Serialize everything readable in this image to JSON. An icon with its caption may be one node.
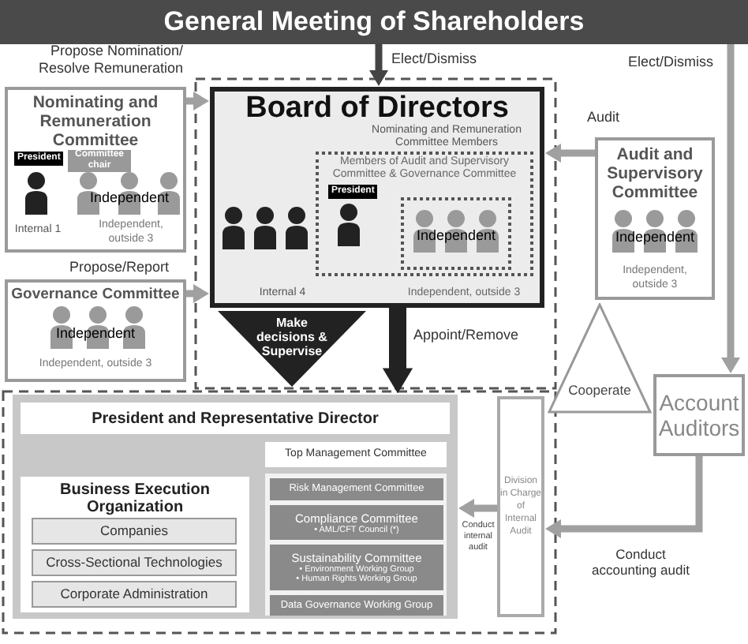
{
  "diagram": {
    "nodes": [
      {
        "text": [
          "General Meeting of Shareholders"
        ]
      },
      {
        "text": [
          "Nominating and Remuneration Committee",
          "President",
          "Committee chair",
          "Independent",
          "Internal 1",
          "Independent, outside 3"
        ]
      },
      {
        "text": [
          "Governance Committee",
          "Independent",
          "Independent, outside 3"
        ]
      },
      {
        "text": [
          "Board of Directors",
          "Nominating and Remuneration Committee Members",
          "Internal 4",
          "Independent, outside 3"
        ]
      },
      {
        "text": [
          "Members of Audit and Supervisory Committee & Governance Committee",
          "President"
        ],
        "in": 3
      },
      {
        "text": [
          "Independent"
        ],
        "in": 4
      },
      {
        "text": [
          "Audit and Supervisory Committee",
          "Independent",
          "Independent, outside 3"
        ]
      },
      {
        "text": [
          "Make decisions & Supervise"
        ]
      },
      {
        "text": [
          "Cooperate"
        ]
      },
      {
        "text": [
          "Account Auditors"
        ]
      },
      {
        "text": [],
        "shape": "box"
      },
      {
        "text": [
          "President and Representative Director"
        ],
        "in": 10
      },
      {
        "text": [
          "Top Management Committee"
        ],
        "in": 10
      },
      {
        "text": [
          "Business Execution Organization"
        ],
        "in": 10
      },
      {
        "text": [
          "Companies"
        ],
        "in": 13
      },
      {
        "text": [
          "Cross-Sectional Technologies"
        ],
        "in": 13
      },
      {
        "text": [
          "Corporate Administration"
        ],
        "in": 13
      },
      {
        "text": [
          "Risk Management Committee"
        ],
        "in": 10
      },
      {
        "text": [
          "Compliance Committee",
          "• AML/CFT Council (*)"
        ],
        "in": 10
      },
      {
        "text": [
          "Sustainability Committee",
          "• Environment Working Group",
          "• Human Rights Working Group"
        ],
        "in": 10
      },
      {
        "text": [
          "Data Governance Working Group"
        ],
        "in": 10
      },
      {
        "text": [
          "Division in Charge of Internal Audit"
        ]
      }
    ],
    "edges": [
      {
        "from": 0,
        "to": 3,
        "arrow": "to",
        "label": "Elect/Dismiss",
        "color": "#444444"
      },
      {
        "from": 0,
        "to": 9,
        "arrow": "to",
        "label": "Elect/Dismiss"
      },
      {
        "from": 1,
        "to": 3,
        "arrow": "to",
        "label": "Propose Nomination/ Resolve Remuneration"
      },
      {
        "from": 2,
        "to": 3,
        "arrow": "to",
        "label": "Propose/Report"
      },
      {
        "from": 6,
        "to": 3,
        "arrow": "to",
        "label": "Audit"
      },
      {
        "from": 3,
        "to": 10,
        "arrow": "to",
        "label": "Appoint/Remove",
        "style": "thick",
        "color": "#222222"
      },
      {
        "from": 9,
        "to": 21,
        "arrow": "to",
        "label": "Conduct accounting audit"
      },
      {
        "from": 21,
        "to": 10,
        "arrow": "to",
        "label": "Conduct internal audit"
      }
    ]
  }
}
